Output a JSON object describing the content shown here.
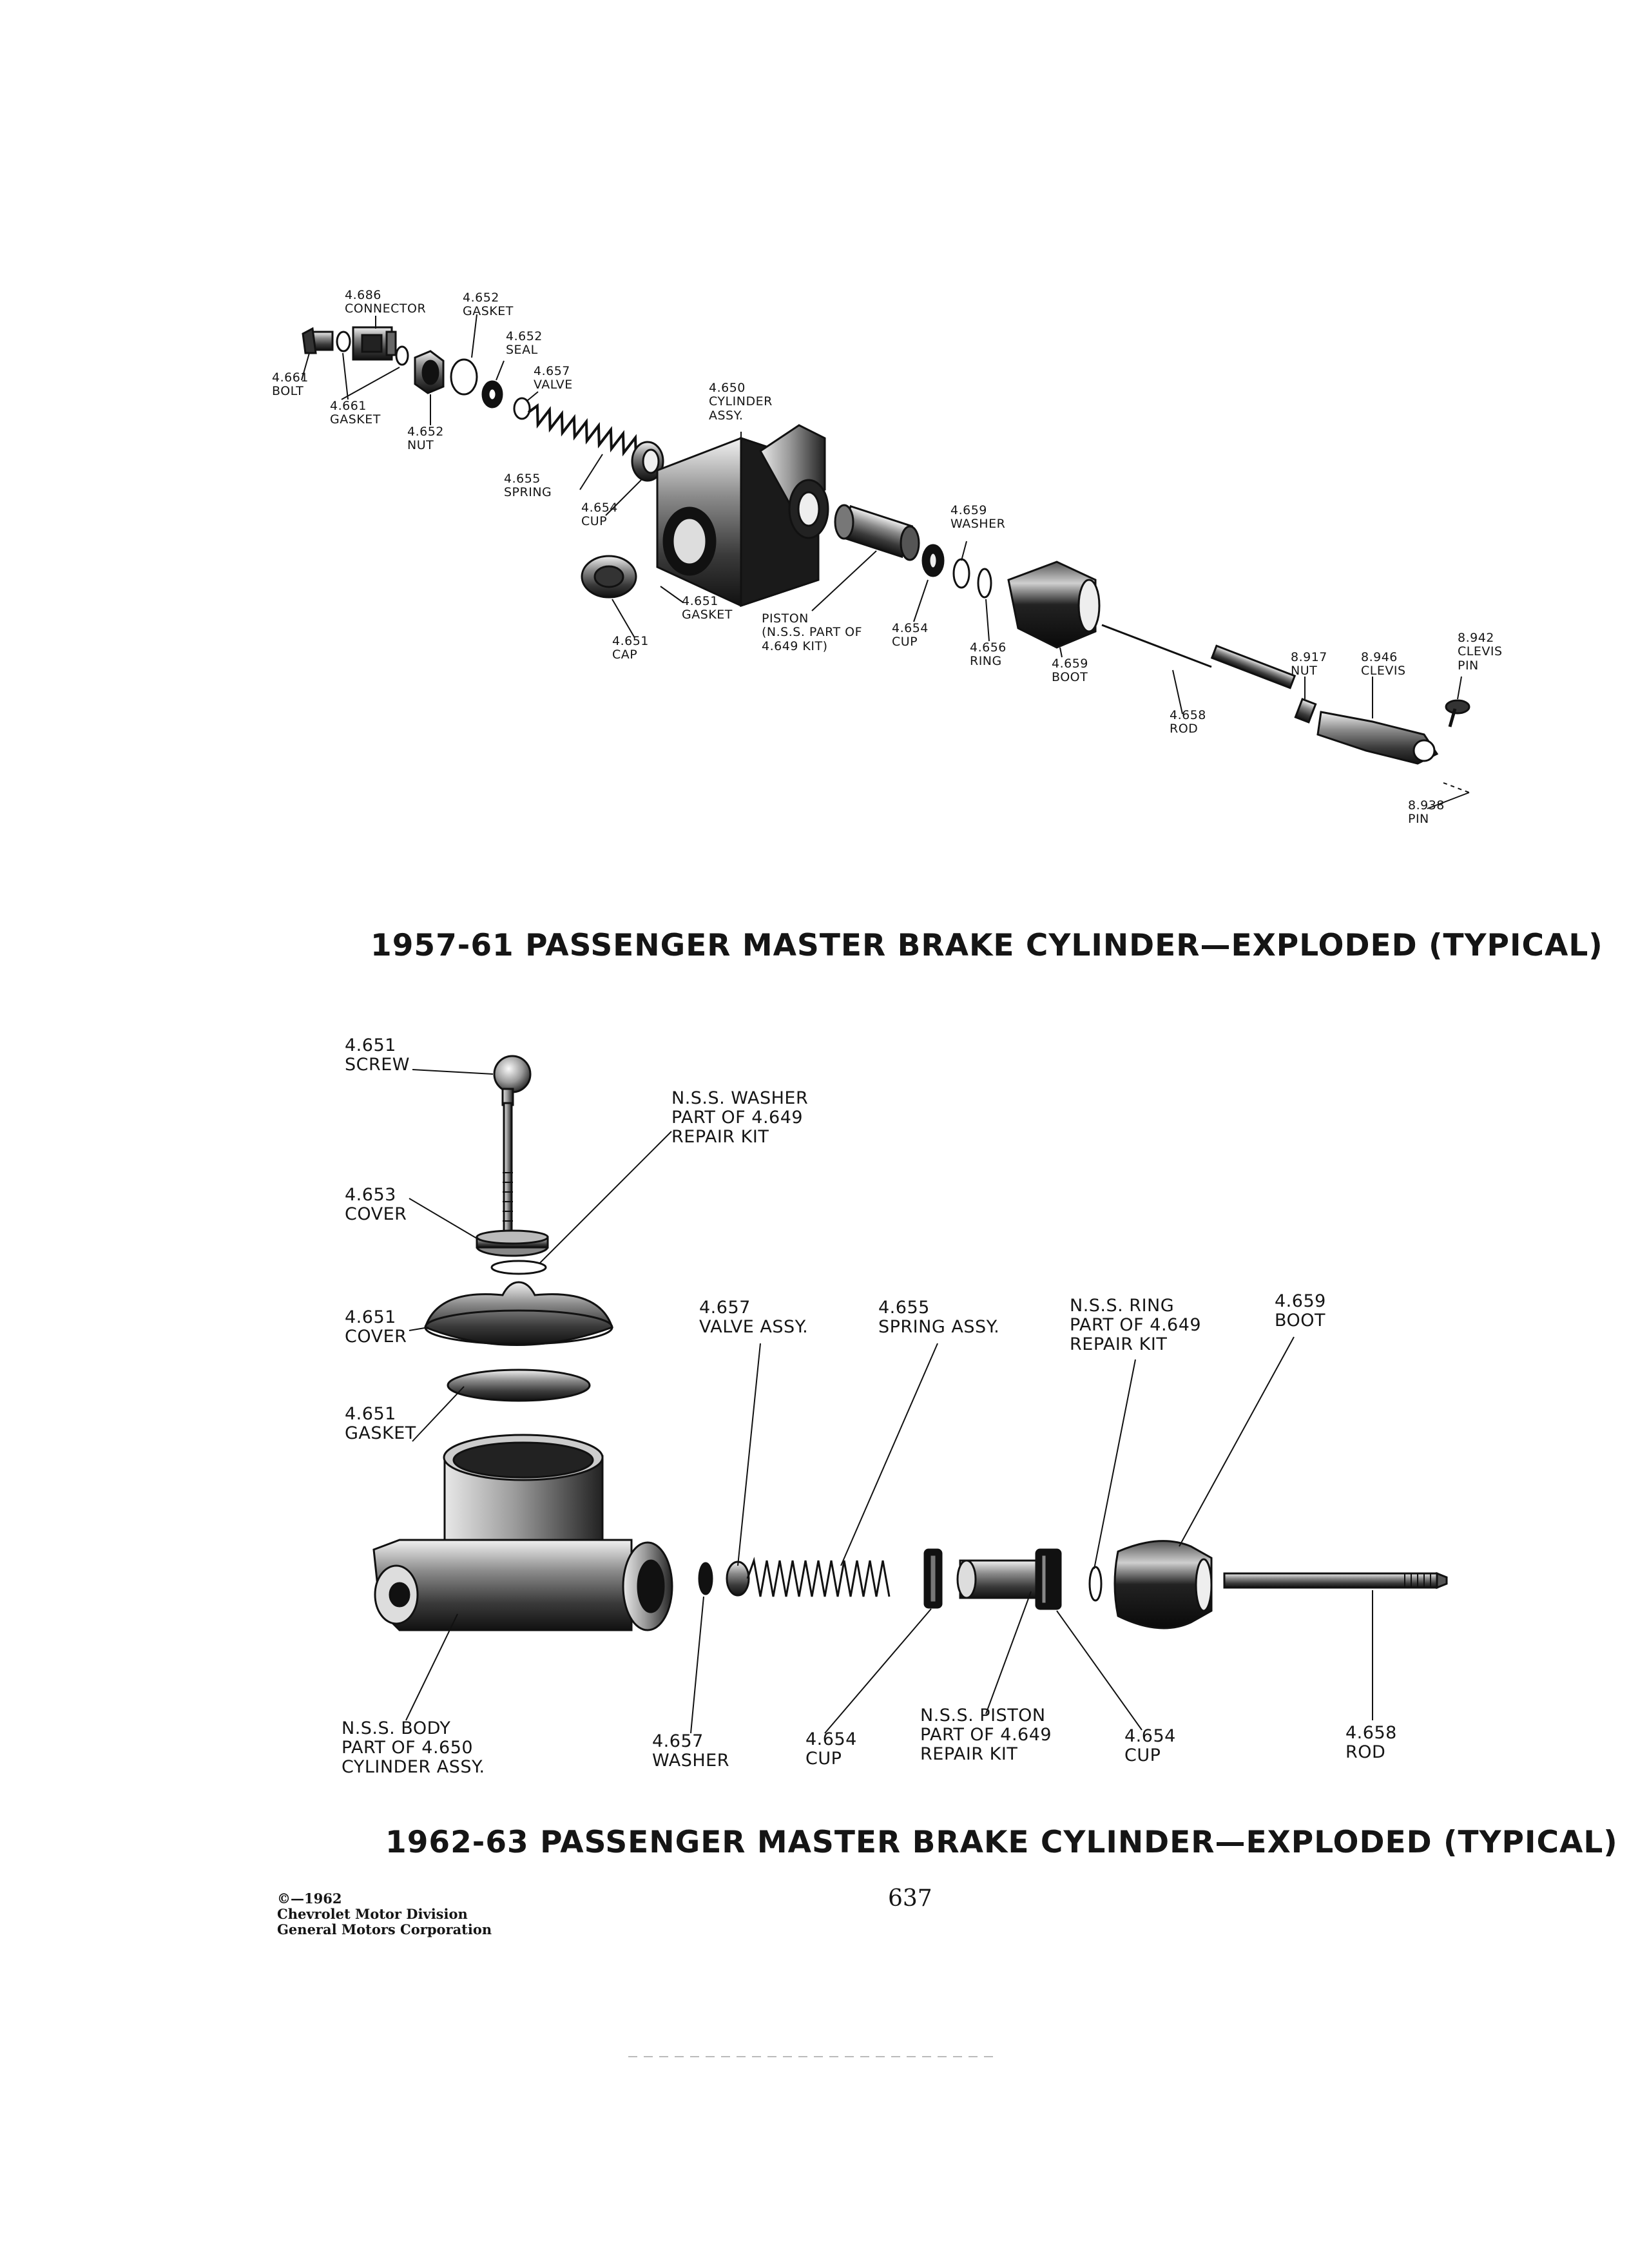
{
  "diagram1": {
    "title": "1957-61 PASSENGER MASTER BRAKE CYLINDER—EXPLODED (TYPICAL)",
    "labels": [
      {
        "id": "connector",
        "lines": [
          "4.686",
          "CONNECTOR"
        ]
      },
      {
        "id": "gasket_top",
        "lines": [
          "4.652",
          "GASKET"
        ]
      },
      {
        "id": "seal",
        "lines": [
          "4.652",
          "SEAL"
        ]
      },
      {
        "id": "valve",
        "lines": [
          "4.657",
          "VALVE"
        ]
      },
      {
        "id": "bolt",
        "lines": [
          "4.661",
          "BOLT"
        ]
      },
      {
        "id": "gasket_left",
        "lines": [
          "4.661",
          "GASKET"
        ]
      },
      {
        "id": "nut_left",
        "lines": [
          "4.652",
          "NUT"
        ]
      },
      {
        "id": "cylinder",
        "lines": [
          "4.650",
          "CYLINDER",
          "ASSY."
        ]
      },
      {
        "id": "spring",
        "lines": [
          "4.655",
          "SPRING"
        ]
      },
      {
        "id": "cup_left",
        "lines": [
          "4.654",
          "CUP"
        ]
      },
      {
        "id": "gasket_mid",
        "lines": [
          "4.651",
          "GASKET"
        ]
      },
      {
        "id": "cap",
        "lines": [
          "4.651",
          "CAP"
        ]
      },
      {
        "id": "piston",
        "lines": [
          "PISTON",
          "(N.S.S. PART OF",
          "4.649 KIT)"
        ]
      },
      {
        "id": "cup_right",
        "lines": [
          "4.654",
          "CUP"
        ]
      },
      {
        "id": "washer",
        "lines": [
          "4.659",
          "WASHER"
        ]
      },
      {
        "id": "ring",
        "lines": [
          "4.656",
          "RING"
        ]
      },
      {
        "id": "boot",
        "lines": [
          "4.659",
          "BOOT"
        ]
      },
      {
        "id": "rod",
        "lines": [
          "4.658",
          "ROD"
        ]
      },
      {
        "id": "nut_right",
        "lines": [
          "8.917",
          "NUT"
        ]
      },
      {
        "id": "clevis",
        "lines": [
          "8.946",
          "CLEVIS"
        ]
      },
      {
        "id": "clevis_pin",
        "lines": [
          "8.942",
          "CLEVIS",
          "PIN"
        ]
      },
      {
        "id": "pin",
        "lines": [
          "8.938",
          "PIN"
        ]
      }
    ]
  },
  "diagram2": {
    "title": "1962-63 PASSENGER MASTER BRAKE CYLINDER—EXPLODED (TYPICAL)",
    "labels": [
      {
        "id": "screw",
        "lines": [
          "4.651",
          "SCREW"
        ]
      },
      {
        "id": "nss_washer",
        "lines": [
          "N.S.S. WASHER",
          "PART OF 4.649",
          "REPAIR KIT"
        ]
      },
      {
        "id": "cover_small",
        "lines": [
          "4.653",
          "COVER"
        ]
      },
      {
        "id": "cover_large",
        "lines": [
          "4.651",
          "COVER"
        ]
      },
      {
        "id": "gasket",
        "lines": [
          "4.651",
          "GASKET"
        ]
      },
      {
        "id": "valve_assy",
        "lines": [
          "4.657",
          "VALVE ASSY."
        ]
      },
      {
        "id": "spring_assy",
        "lines": [
          "4.655",
          "SPRING ASSY."
        ]
      },
      {
        "id": "nss_ring",
        "lines": [
          "N.S.S. RING",
          "PART OF 4.649",
          "REPAIR KIT"
        ]
      },
      {
        "id": "boot",
        "lines": [
          "4.659",
          "BOOT"
        ]
      },
      {
        "id": "nss_body",
        "lines": [
          "N.S.S. BODY",
          "PART OF 4.650",
          "CYLINDER ASSY."
        ]
      },
      {
        "id": "washer",
        "lines": [
          "4.657",
          "WASHER"
        ]
      },
      {
        "id": "cup_left",
        "lines": [
          "4.654",
          "CUP"
        ]
      },
      {
        "id": "nss_piston",
        "lines": [
          "N.S.S. PISTON",
          "PART OF 4.649",
          "REPAIR KIT"
        ]
      },
      {
        "id": "cup_right",
        "lines": [
          "4.654",
          "CUP"
        ]
      },
      {
        "id": "rod",
        "lines": [
          "4.658",
          "ROD"
        ]
      }
    ]
  },
  "footer": {
    "copyright": [
      "©—1962",
      "Chevrolet Motor Division",
      "General Motors Corporation"
    ],
    "page_number": "637"
  }
}
